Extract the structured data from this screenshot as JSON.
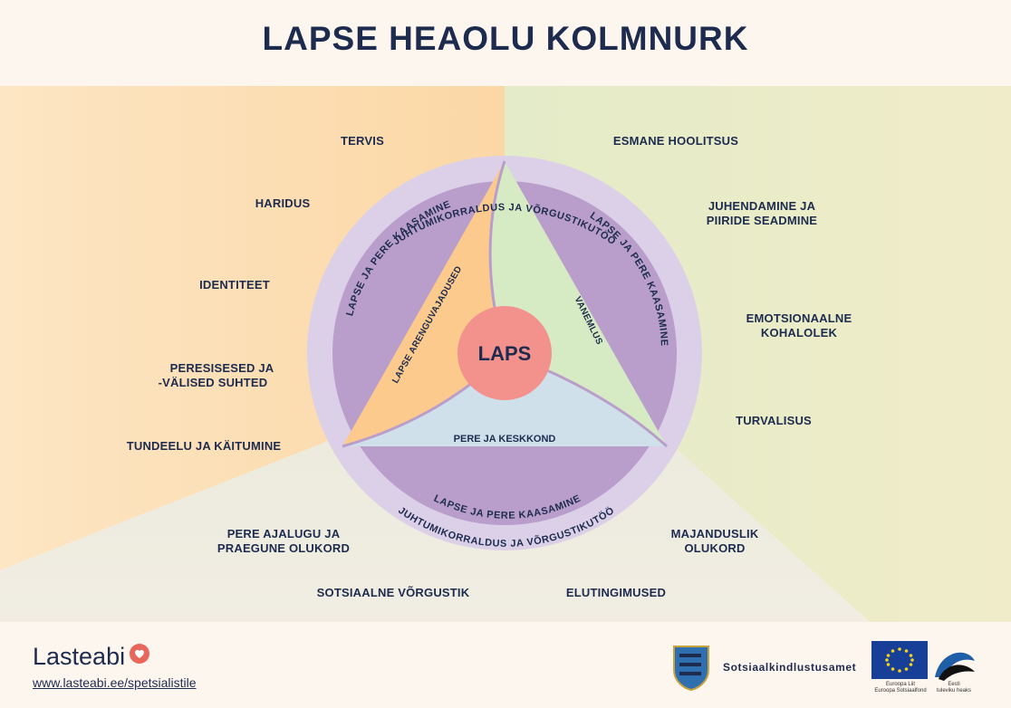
{
  "title": "LAPSE HEAOLU KOLMNURK",
  "center": "LAPS",
  "triangle": {
    "left": "LAPSE ARENGUVAJADUSED",
    "right": "VANEMLUS",
    "bottom": "PERE JA KESKKOND"
  },
  "ring_inner": "LAPSE JA PERE KAASAMINE",
  "ring_outer": "JUHTUMIKORRALDUS JA VÕRGUSTIKUTÖÖ",
  "left_items": [
    "TERVIS",
    "HARIDUS",
    "IDENTITEET",
    "PERESISESED JA",
    "-VÄLISED SUHTED",
    "TUNDEELU JA KÄITUMINE"
  ],
  "right_items": [
    "ESMANE HOOLITSUS",
    "JUHENDAMINE JA",
    "PIIRIDE SEADMINE",
    "EMOTSIONAALNE",
    "KOHALOLEK",
    "TURVALISUS"
  ],
  "bottom_items": [
    "PERE AJALUGU JA",
    "PRAEGUNE OLUKORD",
    "SOTSIAALNE VÕRGUSTIK",
    "ELUTINGIMUSED",
    "MAJANDUSLIK",
    "OLUKORD"
  ],
  "footer": {
    "brand": "Lasteabi",
    "url": "www.lasteabi.ee/spetsialistile",
    "agency": "Sotsiaalkindlustusamet",
    "eu_line1": "Euroopa Liit",
    "eu_line2": "Euroopa Sotsiaalfond",
    "ee_line1": "Eesti",
    "ee_line2": "tuleviku heaks"
  },
  "colors": {
    "left_zone": "#fbdcae",
    "right_zone": "#e8ecc8",
    "bottom_zone": "#ecebdf",
    "ring_outer": "#dcd0e8",
    "ring_inner": "#b99ecb",
    "tri_left": "#fcca8c",
    "tri_right": "#d6ebc4",
    "tri_bottom": "#cfe0ea",
    "center": "#f3918d",
    "accent_heart": "#e8675a"
  }
}
